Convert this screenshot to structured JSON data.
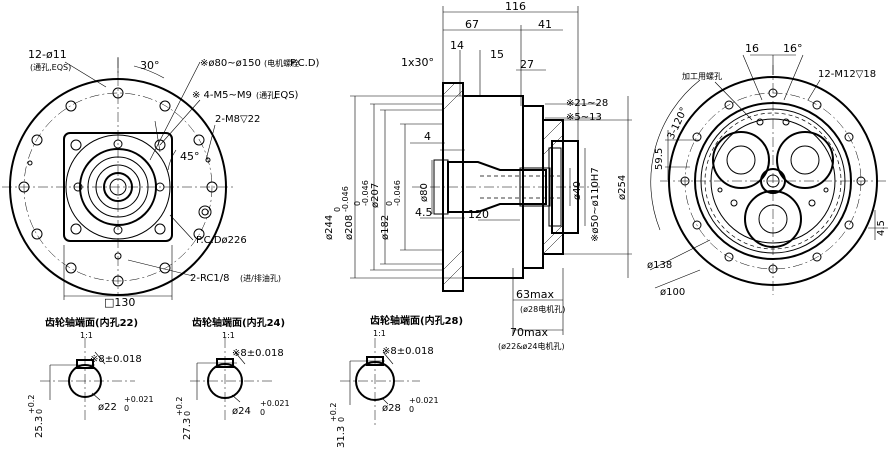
{
  "left_view": {
    "holes_12": "12-ø11",
    "holes_12_note": "(通孔,EQS)",
    "angle_30": "30°",
    "motor_pcd": "※ø80~ø150",
    "motor_pcd_note": "(电机螺栓",
    "motor_pcd_suffix": "P.C.D)",
    "motor_holes": "※ 4-M5~M9",
    "motor_holes_note": "(通孔,",
    "motor_holes_suffix": "EQS)",
    "m8_holes": "2-M8▽22",
    "angle_45": "45°",
    "pcd_226": "P.C.Dø226",
    "rc_holes": "2-RC1/8",
    "rc_note": "(进/排油孔)",
    "square_130": "□130"
  },
  "middle_view": {
    "dim_116": "116",
    "dim_67": "67",
    "dim_41": "41",
    "dim_14": "14",
    "dim_15": "15",
    "dim_27": "27",
    "chamfer": "1x30°",
    "dim_21_28": "※21~28",
    "dim_5_13": "※5~13",
    "dim_4": "4",
    "dim_4_5": "4.5",
    "dim_120": "120",
    "dia_244": "ø244",
    "dia_244_tol_up": "0",
    "dia_244_tol_dn": "-0.046",
    "dia_208": "ø208",
    "dia_208_tol_up": "0",
    "dia_208_tol_dn": "-0.046",
    "dia_207": "ø207",
    "dia_182": "ø182",
    "dia_182_tol_up": "0",
    "dia_182_tol_dn": "-0.046",
    "dia_80": "ø80",
    "dia_40": "ø40",
    "dia_50_110": "※ø50~ø110H7",
    "dia_254": "ø254",
    "len_63": "63max",
    "len_63_note": "(ø28电机孔)",
    "len_70": "70max",
    "len_70_note": "(ø22&ø24电机孔)"
  },
  "right_view": {
    "angle_16a": "16",
    "angle_16b": "16°",
    "m12": "12-M12▽18",
    "tool_hole": "加工用螺孔",
    "three_120": "3-120°",
    "dim_59_5": "59.5",
    "dim_4_5": "4.5",
    "dia_138": "ø138",
    "dia_100": "ø100"
  },
  "bore_details": [
    {
      "title": "齿轮轴端面(内孔22)",
      "scale": "1:1",
      "key": "※8±0.018",
      "bore": "ø22",
      "bore_tol_up": "+0.021",
      "bore_tol_dn": "0",
      "height": "25.3",
      "height_tol_up": "+0.2",
      "height_tol_dn": "0"
    },
    {
      "title": "齿轮轴端面(内孔24)",
      "scale": "1:1",
      "key": "※8±0.018",
      "bore": "ø24",
      "bore_tol_up": "+0.021",
      "bore_tol_dn": "0",
      "height": "27.3",
      "height_tol_up": "+0.2",
      "height_tol_dn": "0"
    },
    {
      "title": "齿轮轴端面(内孔28)",
      "scale": "1:1",
      "key": "※8±0.018",
      "bore": "ø28",
      "bore_tol_up": "+0.021",
      "bore_tol_dn": "0",
      "height": "31.3",
      "height_tol_up": "+0.2",
      "height_tol_dn": "0"
    }
  ]
}
